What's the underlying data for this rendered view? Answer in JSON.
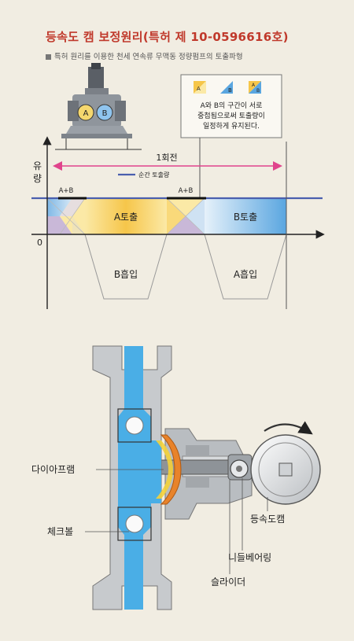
{
  "header": {
    "title": "등속도 캠 보정원리(특허 제 10-0596616호)",
    "subtitle": "특허 원리를 이용한 천세 연속류 무맥동 정량펌프의 토출파형"
  },
  "pump_icon": {
    "label_a": "A",
    "label_b": "B"
  },
  "note": {
    "icon_a": "A",
    "icon_b": "B",
    "line1": "A와 B의 구간이 서로",
    "line2": "중첩됨으로써 토출량이",
    "line3": "일정하게 유지된다."
  },
  "graph": {
    "y_label_1": "유",
    "y_label_2": "량",
    "origin": "0",
    "rotation": "1회전",
    "legend": "순간 토출량",
    "overlap_1": "A+B",
    "overlap_2": "A+B",
    "a_discharge": "A토출",
    "b_discharge": "B토출",
    "b_suction": "B흡입",
    "a_suction": "A흡입"
  },
  "cross_section": {
    "diaphragm": "다이아프램",
    "check_ball": "체크볼",
    "cam": "등속도캠",
    "needle_bearing": "니들베어링",
    "slider": "슬라이더"
  },
  "colors": {
    "title": "#c0392b",
    "flow_line": "#4a5fae",
    "a_fill": "#f6c64a",
    "b_fill": "#5aa6e0",
    "rotation_arrow": "#e0448c",
    "diaphragm": "#e8832a"
  }
}
